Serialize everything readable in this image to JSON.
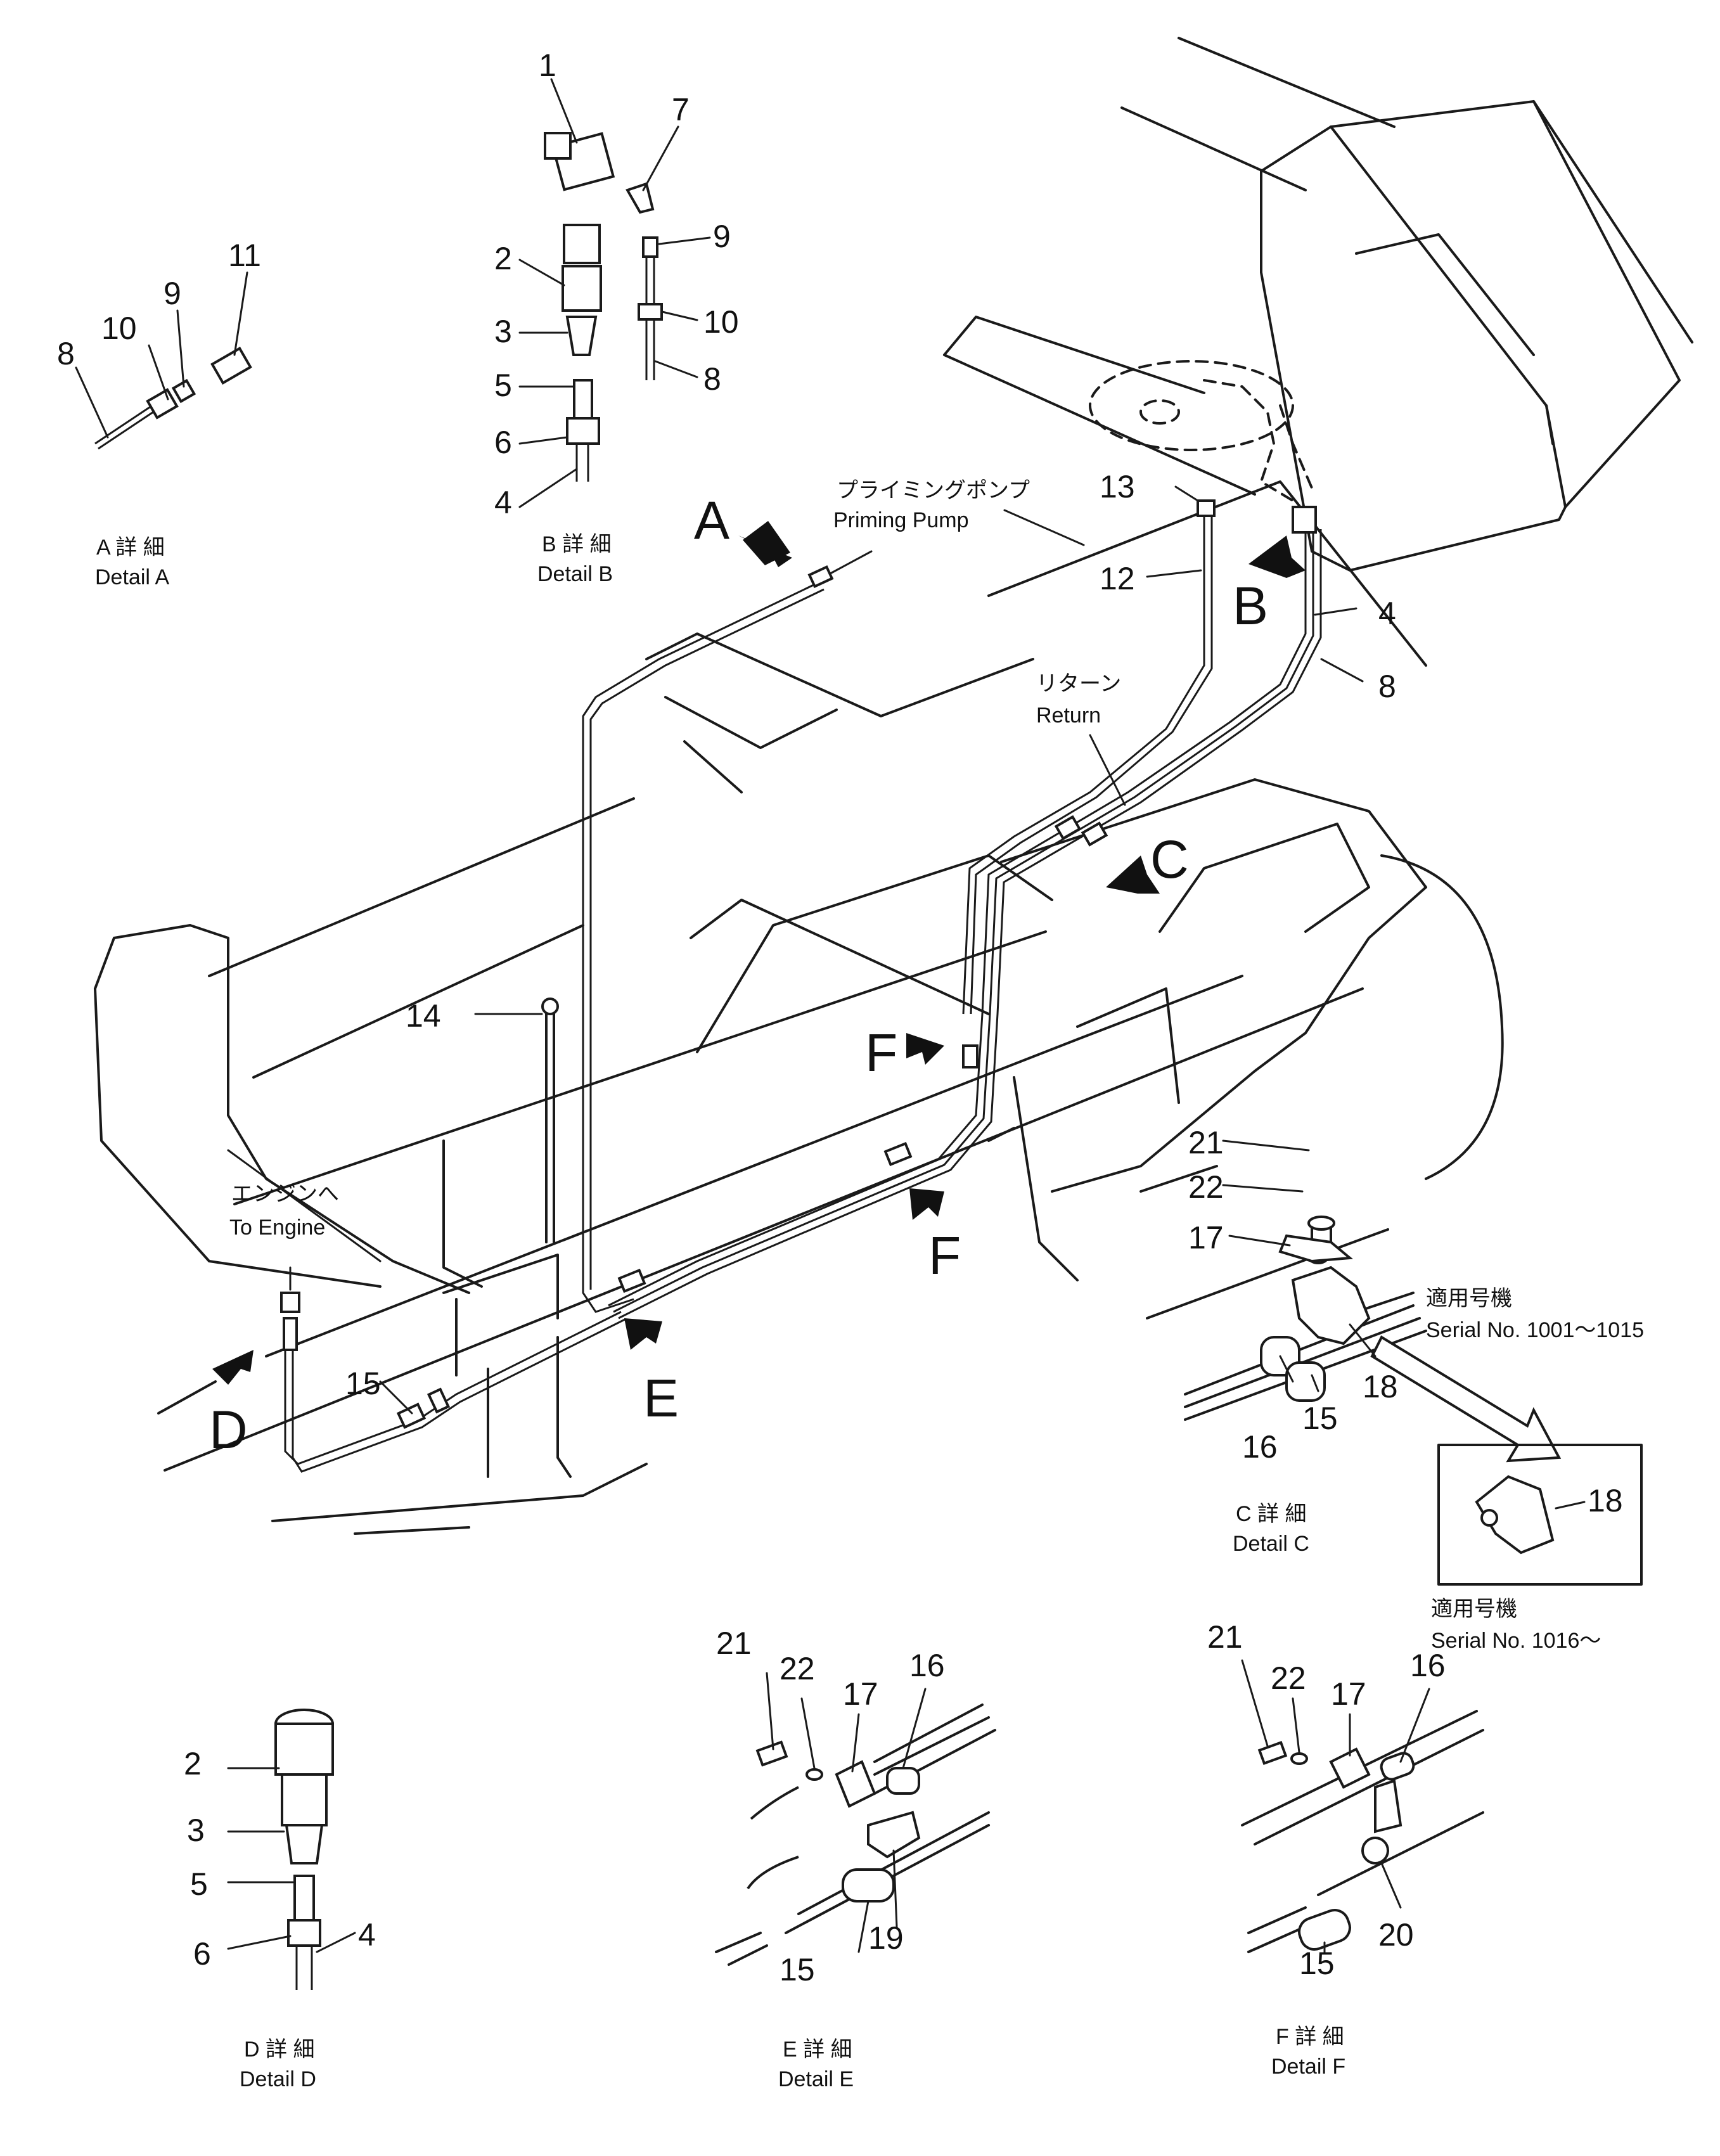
{
  "views": {
    "A": {
      "letter": "A",
      "ja": "A 詳 細",
      "en": "Detail A"
    },
    "B": {
      "letter": "B",
      "ja": "B 詳 細",
      "en": "Detail B"
    },
    "C": {
      "letter": "C",
      "ja": "C 詳 細",
      "en": "Detail C"
    },
    "D": {
      "letter": "D",
      "ja": "D 詳 細",
      "en": "Detail D"
    },
    "E": {
      "letter": "E",
      "ja": "E 詳 細",
      "en": "Detail E"
    },
    "F": {
      "letter": "F",
      "ja": "F 詳 細",
      "en": "Detail F"
    }
  },
  "labels": {
    "priming_pump_ja": "プライミングポンプ",
    "priming_pump_en": "Priming Pump",
    "return_ja": "リターン",
    "return_en": "Return",
    "to_engine_ja": "エンジンへ",
    "to_engine_en": "To Engine",
    "serial_ja_1": "適用号機",
    "serial_en_1": "Serial No. 1001～1015",
    "serial_ja_2": "適用号機",
    "serial_en_2": "Serial No. 1016～"
  },
  "parts": {
    "p1": "1",
    "p2": "2",
    "p3": "3",
    "p4": "4",
    "p5": "5",
    "p6": "6",
    "p7": "7",
    "p8": "8",
    "p9": "9",
    "p10": "10",
    "p11": "11",
    "p12": "12",
    "p13": "13",
    "p14": "14",
    "p15": "15",
    "p16": "16",
    "p17": "17",
    "p18": "18",
    "p19": "19",
    "p20": "20",
    "p21": "21",
    "p22": "22"
  }
}
